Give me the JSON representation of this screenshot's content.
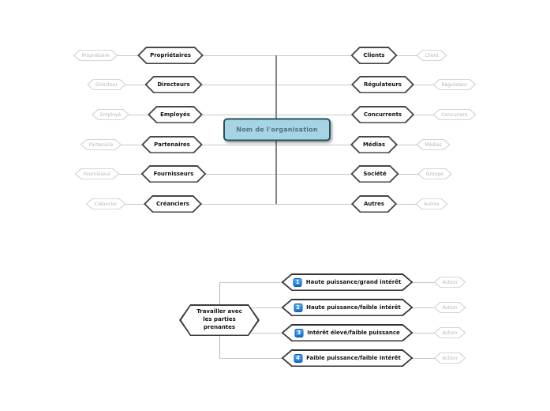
{
  "colors": {
    "org_node_fill": "#a7d4e3",
    "org_node_border": "#27525e",
    "org_node_text": "#4e707e",
    "topic_border": "#474747",
    "subtopic_border": "#d5d5d5",
    "subtopic_text": "#b6b6b6",
    "connector_line": "#c9c9c9",
    "spine_line": "#858585",
    "badge_blue": "#1272d6"
  },
  "org_map": {
    "center": {
      "label": "Nom de l'organisation"
    },
    "left": [
      {
        "label": "Propriétaires",
        "sub": "Propriétaire"
      },
      {
        "label": "Directeurs",
        "sub": "Directeur"
      },
      {
        "label": "Employés",
        "sub": "Employé"
      },
      {
        "label": "Partenaires",
        "sub": "Partenaire"
      },
      {
        "label": "Fournisseurs",
        "sub": "Fournisseur"
      },
      {
        "label": "Créanciers",
        "sub": "Créancier"
      }
    ],
    "right": [
      {
        "label": "Clients",
        "sub": "Client"
      },
      {
        "label": "Régulateurs",
        "sub": "Régulateur"
      },
      {
        "label": "Concurrents",
        "sub": "Concurrent"
      },
      {
        "label": "Médias",
        "sub": "Médias"
      },
      {
        "label": "Société",
        "sub": "Groupe"
      },
      {
        "label": "Autres",
        "sub": "Autres"
      }
    ]
  },
  "work_map": {
    "center": {
      "label": "Travailler avec\nles parties\nprenantes"
    },
    "branches": [
      {
        "badge": "1",
        "label": "Haute puissance/grand intérêt",
        "sub": "Action"
      },
      {
        "badge": "2",
        "label": "Haute puissance/faible intérêt",
        "sub": "Action"
      },
      {
        "badge": "3",
        "label": "Intérêt élevé/faible puissance",
        "sub": "Action"
      },
      {
        "badge": "4",
        "label": "Faible puissance/faible intérêt",
        "sub": "Action"
      }
    ]
  }
}
